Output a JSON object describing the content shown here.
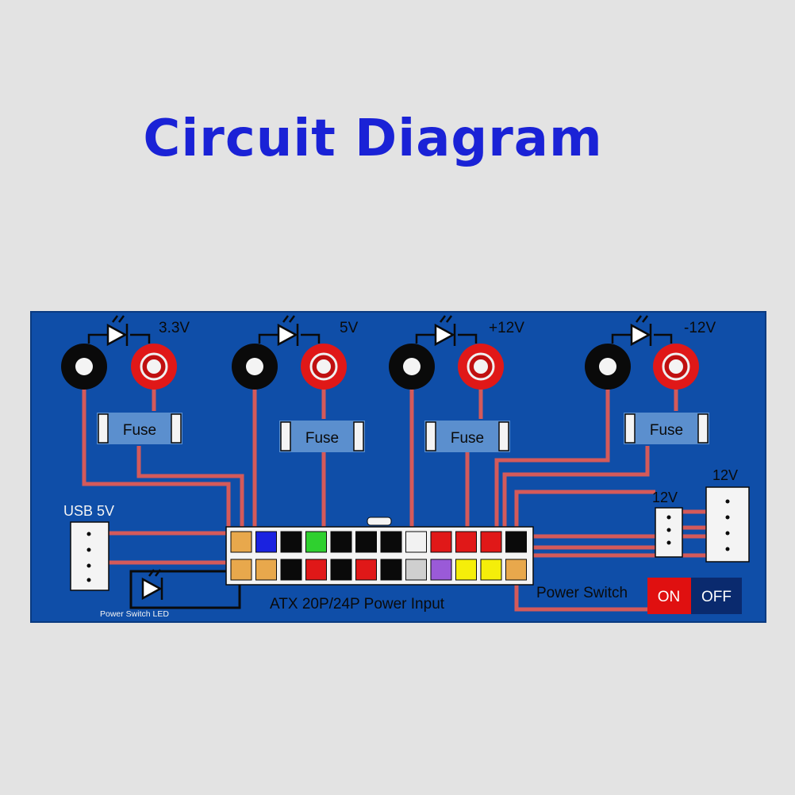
{
  "title": "Circuit Diagram",
  "colors": {
    "background": "#e3e3e3",
    "title": "#1a22d6",
    "board": "#0f4ea8",
    "trace": "#d45a5a",
    "fuse": "#5b8fce",
    "on": "#e01010",
    "off": "#0a2a6e"
  },
  "rails": [
    {
      "label": "3.3V"
    },
    {
      "label": "5V"
    },
    {
      "label": "+12V"
    },
    {
      "label": "-12V"
    }
  ],
  "fuse_label": "Fuse",
  "usb_label": "USB 5V",
  "connector_12v_small": "12V",
  "connector_12v_large": "12V",
  "atx_label": "ATX 20P/24P Power Input",
  "led_label": "Power Switch LED",
  "power_switch_label": "Power Switch",
  "switch_on": "ON",
  "switch_off": "OFF",
  "atx_pins": {
    "top": [
      "orange",
      "blue",
      "black",
      "green",
      "black",
      "black",
      "black",
      "white",
      "red",
      "red",
      "red",
      "black"
    ],
    "bottom": [
      "orange",
      "orange",
      "black",
      "red",
      "black",
      "red",
      "black",
      "lightgray",
      "purple",
      "yellow",
      "yellow",
      "orange"
    ]
  },
  "pin_colors": {
    "orange": "#e8a84c",
    "blue": "#1a22e0",
    "black": "#0a0a0a",
    "green": "#2fd02f",
    "white": "#f2f2f2",
    "red": "#e01818",
    "lightgray": "#cfcfcf",
    "purple": "#9a5ad8",
    "yellow": "#f5ee0a"
  }
}
